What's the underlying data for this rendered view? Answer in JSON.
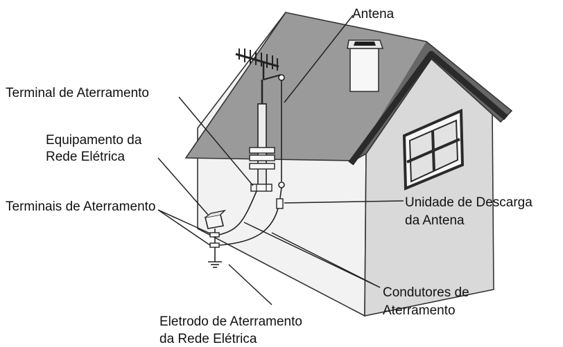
{
  "labels": {
    "antenna": "Antena",
    "grounding_terminal": "Terminal de Aterramento",
    "service_equipment_line1": "Equipamento da",
    "service_equipment_line2": "Rede Elétrica",
    "grounding_terminals": "Terminais de Aterramento",
    "discharge_unit_line1": "Unidade de Descarga",
    "discharge_unit_line2": "da Antena",
    "grounding_conductors_line1": "Condutores de",
    "grounding_conductors_line2": "Aterramento",
    "electrode_line1": "Eletrodo de Aterramento",
    "electrode_line2": "da Rede Elétrica"
  },
  "colors": {
    "roof": "#9a9a9a",
    "roof_edge": "#3c3c3c",
    "front_wall": "#f2f2f2",
    "side_wall": "#d9d9d9",
    "outline": "#333333",
    "text": "#111111"
  }
}
